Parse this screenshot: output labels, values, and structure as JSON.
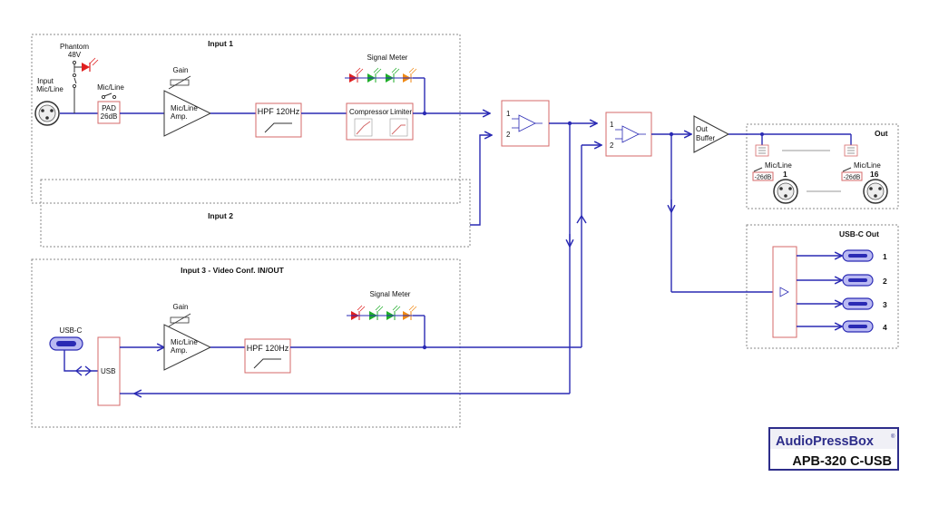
{
  "panels": {
    "input1": "Input 1",
    "input2": "Input 2",
    "input3": "Input 3 - Video Conf. IN/OUT",
    "out": "Out",
    "usbc_out": "USB-C Out"
  },
  "input1": {
    "phantom": "Phantom",
    "phantom_voltage": "48V",
    "input_label_1": "Input",
    "input_label_2": "Mic/Line",
    "switch_label": "Mic/Line",
    "pad_1": "PAD",
    "pad_2": "26dB",
    "gain": "Gain",
    "amp_1": "Mic/Line",
    "amp_2": "Amp.",
    "hpf": "HPF 120Hz",
    "compressor": "Compressor",
    "limiter": "Limiter",
    "signal_meter": "Signal Meter"
  },
  "input3": {
    "usbc": "USB-C",
    "usb": "USB",
    "gain": "Gain",
    "amp_1": "Mic/Line",
    "amp_2": "Amp.",
    "hpf": "HPF 120Hz",
    "signal_meter": "Signal Meter"
  },
  "mixers": {
    "in1": "1",
    "in2": "2"
  },
  "out_buffer": {
    "line1": "Out",
    "line2": "Buffer"
  },
  "outputs": {
    "switch_label": "Mic/Line",
    "pad": "-26dB",
    "first": "1",
    "last": "16"
  },
  "usbc_outputs": [
    "1",
    "2",
    "3",
    "4"
  ],
  "logo": {
    "brand": "AudioPressBox",
    "reg": "®",
    "model": "APB-320 C-USB",
    "brand_color": "#2d2d8a"
  },
  "colors": {
    "bus": "#2a2ab4",
    "block_border": "#d46a6a",
    "led_red": "#e02020",
    "led_green": "#1fae2a",
    "led_orange": "#f08a16"
  }
}
